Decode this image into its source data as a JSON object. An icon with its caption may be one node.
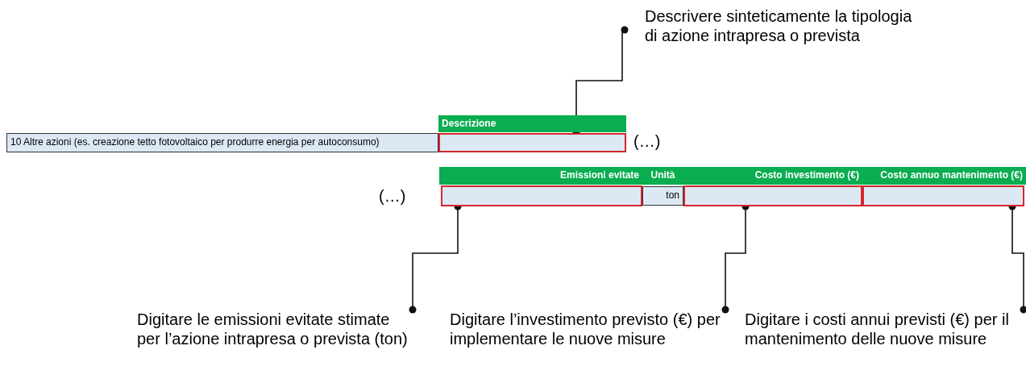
{
  "diagram": {
    "nodes": [
      {
        "text": [
          "Descrivere sinteticamente la tipologia di azione intrapresa o prevista"
        ]
      },
      {
        "text": [],
        "shape": "box"
      },
      {
        "text": [],
        "shape": "box"
      },
      {
        "text": [],
        "shape": "box"
      },
      {
        "text": [],
        "shape": "box"
      },
      {
        "text": [
          "Digitare le emissioni evitate stimate per l’azione intrapresa o prevista (ton)"
        ]
      },
      {
        "text": [
          "Digitare l’investimento previsto (€) per implementare le nuove misure"
        ]
      },
      {
        "text": [
          "Digitare i costi annui previsti (€) per il mantenimento delle nuove misure"
        ]
      }
    ],
    "edges": [
      {
        "from": 0,
        "to": 1,
        "arrow": "other"
      },
      {
        "from": 5,
        "to": 2,
        "arrow": "other"
      },
      {
        "from": 6,
        "to": 3,
        "arrow": "other"
      },
      {
        "from": 7,
        "to": 4,
        "arrow": "other"
      }
    ],
    "labels": [
      "Descrizione",
      "10  Altre azioni (es. creazione tetto fotovoltaico per produrre energia per autoconsumo)",
      "(…)",
      "Emissioni evitate",
      "Unità",
      "Costo investimento (€)",
      "Costo annuo mantenimento (€)",
      "(…)",
      "ton"
    ]
  }
}
